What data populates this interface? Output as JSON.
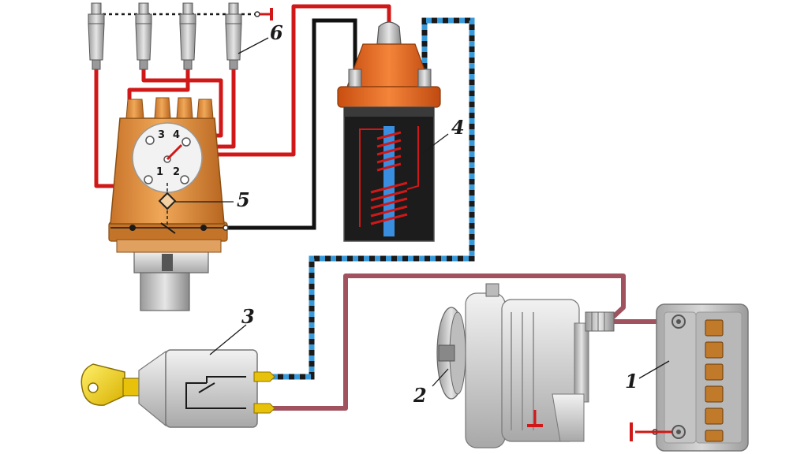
{
  "labels": {
    "battery": "1",
    "generator": "2",
    "ignition_switch": "3",
    "ignition_coil": "4",
    "distributor": "5",
    "spark_plug": "6"
  },
  "distributor_terminals": [
    "1",
    "2",
    "3",
    "4"
  ],
  "colors": {
    "hv_wire": "#d01818",
    "ground_wire": "#111111",
    "switch_wire_dark": "#1a1a1a",
    "switch_wire_light": "#3a9ad9",
    "charge_wire": "#a0525e",
    "distributor_body": "#d98a3a",
    "coil_cap": "#e8651e",
    "coil_body": "#1c1c1c",
    "coil_winding": "#3a8ee0",
    "key": "#f2d21a",
    "ground_symbol": "#d01818"
  }
}
